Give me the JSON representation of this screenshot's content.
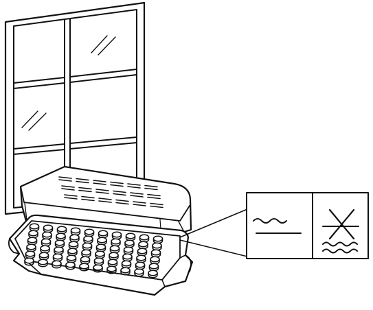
{
  "figure": {
    "components": [
      {
        "name": "window",
        "panes": 6
      },
      {
        "name": "propagator-lid",
        "vents": 18
      },
      {
        "name": "propagator-tray",
        "cells": 60
      },
      {
        "name": "water-level-callout",
        "panels": [
          "water-level-ok",
          "water-level-not-ok"
        ]
      }
    ],
    "colors": {
      "ink": "#111111",
      "background": "#ffffff"
    },
    "icons": [
      "water-wave-icon",
      "cross-icon"
    ]
  }
}
